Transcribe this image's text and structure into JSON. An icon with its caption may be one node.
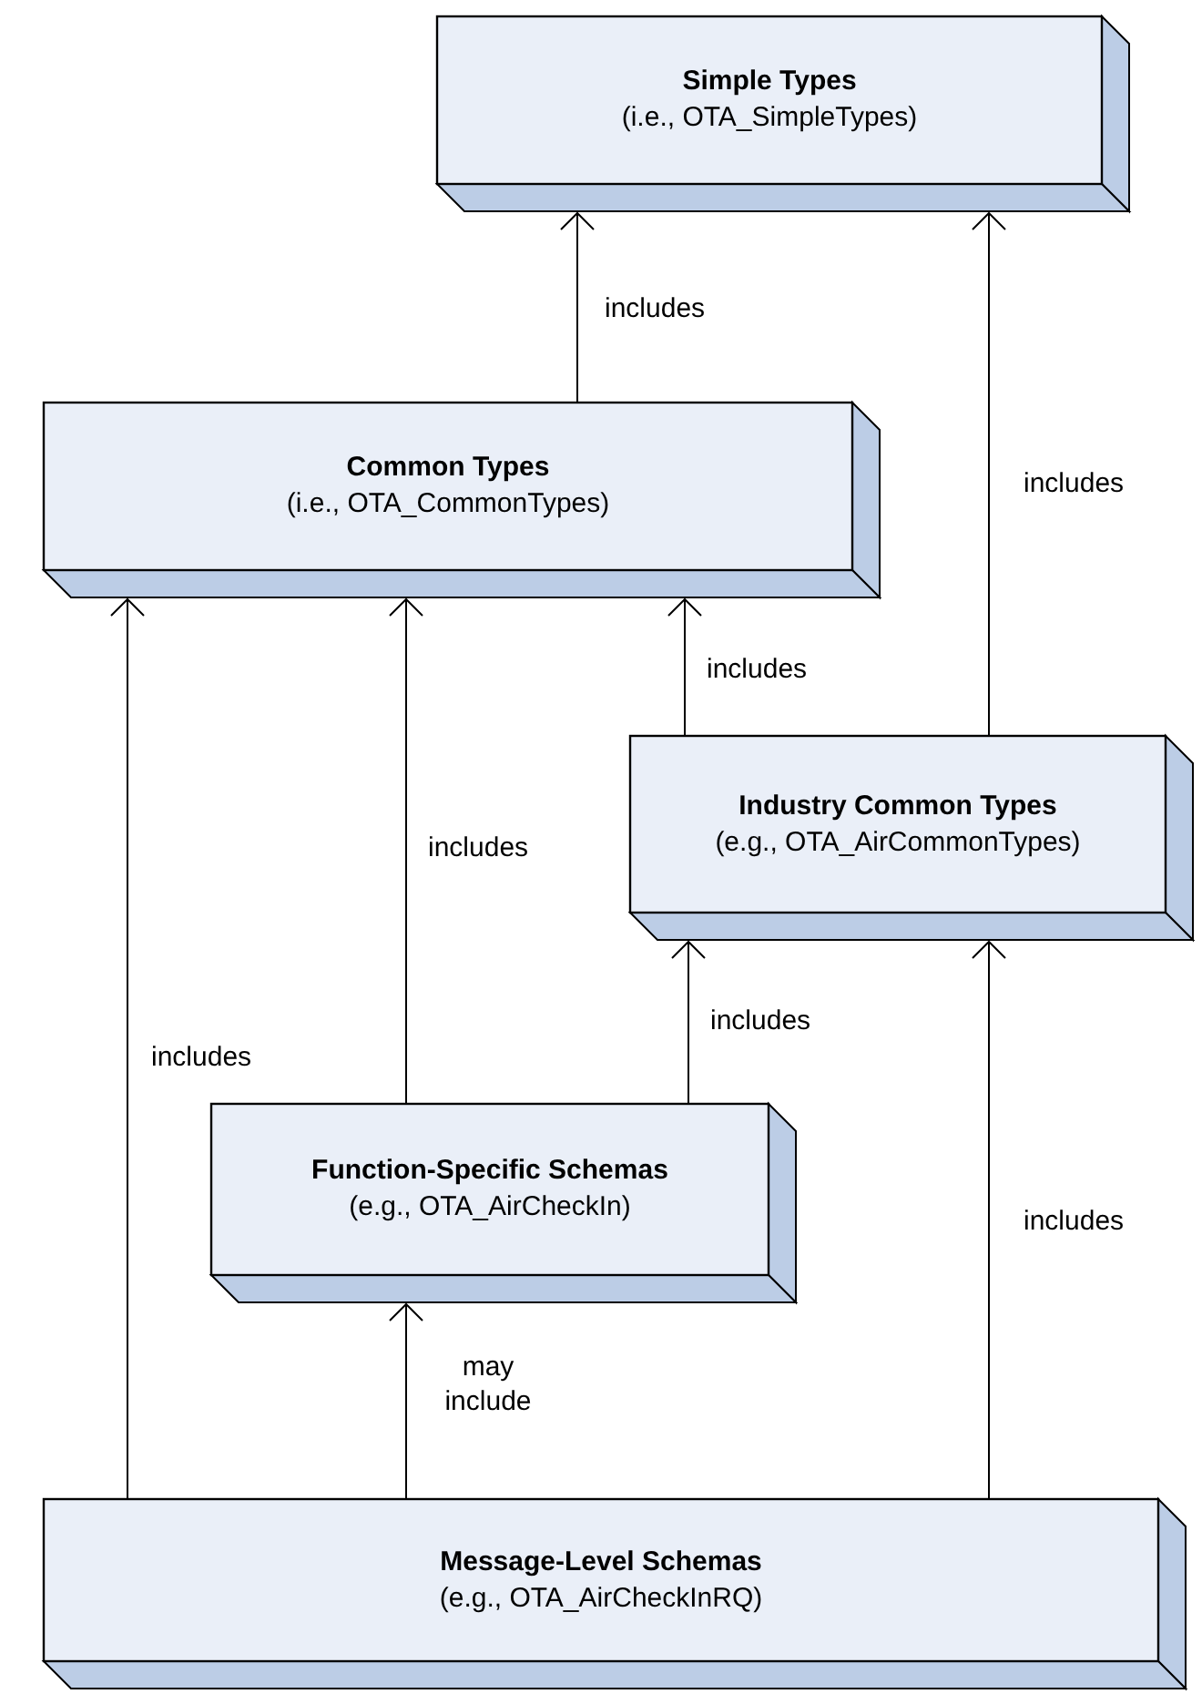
{
  "diagram": {
    "nodes": [
      {
        "text": [
          "Simple Types",
          "(i.e., OTA_SimpleTypes)"
        ]
      },
      {
        "text": [
          "Common Types",
          "(i.e., OTA_CommonTypes)"
        ]
      },
      {
        "text": [
          "Industry Common Types",
          "(e.g., OTA_AirCommonTypes)"
        ]
      },
      {
        "text": [
          "Function-Specific Schemas",
          "(e.g., OTA_AirCheckIn)"
        ]
      },
      {
        "text": [
          "Message-Level Schemas",
          "(e.g., OTA_AirCheckInRQ)"
        ]
      }
    ],
    "edges": [
      {
        "from": 1,
        "to": 0,
        "arrow": "to",
        "label": "includes"
      },
      {
        "from": 2,
        "to": 0,
        "arrow": "to",
        "label": "includes"
      },
      {
        "from": 2,
        "to": 1,
        "arrow": "to",
        "label": "includes"
      },
      {
        "from": 3,
        "to": 1,
        "arrow": "to",
        "label": "includes"
      },
      {
        "from": 4,
        "to": 1,
        "arrow": "to",
        "label": "includes"
      },
      {
        "from": 3,
        "to": 2,
        "arrow": "to",
        "label": "includes"
      },
      {
        "from": 4,
        "to": 2,
        "arrow": "to",
        "label": "includes"
      },
      {
        "from": 4,
        "to": 3,
        "arrow": "to",
        "label": "may include"
      }
    ]
  }
}
